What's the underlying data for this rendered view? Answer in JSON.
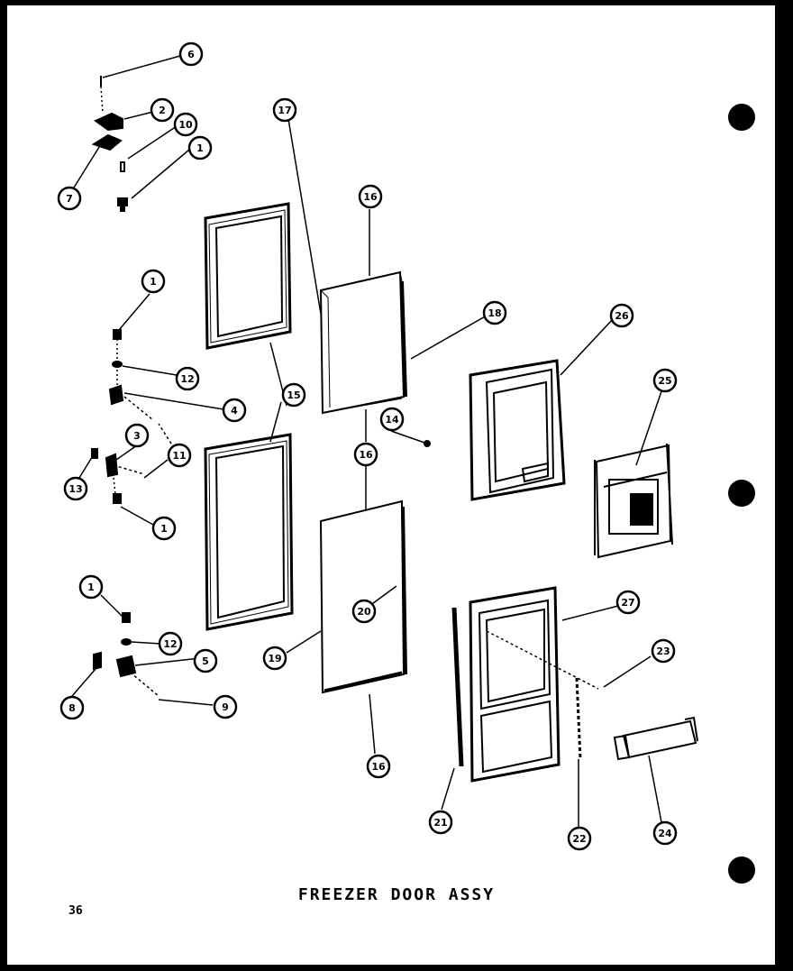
{
  "title": "FREEZER DOOR ASSY",
  "page_number": "36",
  "callouts": [
    {
      "id": "c6a",
      "label": "6"
    },
    {
      "id": "c2",
      "label": "2"
    },
    {
      "id": "c10",
      "label": "10"
    },
    {
      "id": "c1a",
      "label": "1"
    },
    {
      "id": "c7",
      "label": "7"
    },
    {
      "id": "c17",
      "label": "17"
    },
    {
      "id": "c16a",
      "label": "16"
    },
    {
      "id": "c18",
      "label": "18"
    },
    {
      "id": "c26",
      "label": "26"
    },
    {
      "id": "c25",
      "label": "25"
    },
    {
      "id": "c1b",
      "label": "1"
    },
    {
      "id": "c12a",
      "label": "12"
    },
    {
      "id": "c4",
      "label": "4"
    },
    {
      "id": "c15",
      "label": "15"
    },
    {
      "id": "c14",
      "label": "14"
    },
    {
      "id": "c16b",
      "label": "16"
    },
    {
      "id": "c3",
      "label": "3"
    },
    {
      "id": "c11",
      "label": "11"
    },
    {
      "id": "c13",
      "label": "13"
    },
    {
      "id": "c1c",
      "label": "1"
    },
    {
      "id": "c20",
      "label": "20"
    },
    {
      "id": "c19",
      "label": "19"
    },
    {
      "id": "c27",
      "label": "27"
    },
    {
      "id": "c1d",
      "label": "1"
    },
    {
      "id": "c12b",
      "label": "12"
    },
    {
      "id": "c5",
      "label": "5"
    },
    {
      "id": "c23",
      "label": "23"
    },
    {
      "id": "c8",
      "label": "8"
    },
    {
      "id": "c9",
      "label": "9"
    },
    {
      "id": "c16c",
      "label": "16"
    },
    {
      "id": "c21",
      "label": "21"
    },
    {
      "id": "c22",
      "label": "22"
    },
    {
      "id": "c24",
      "label": "24"
    }
  ]
}
